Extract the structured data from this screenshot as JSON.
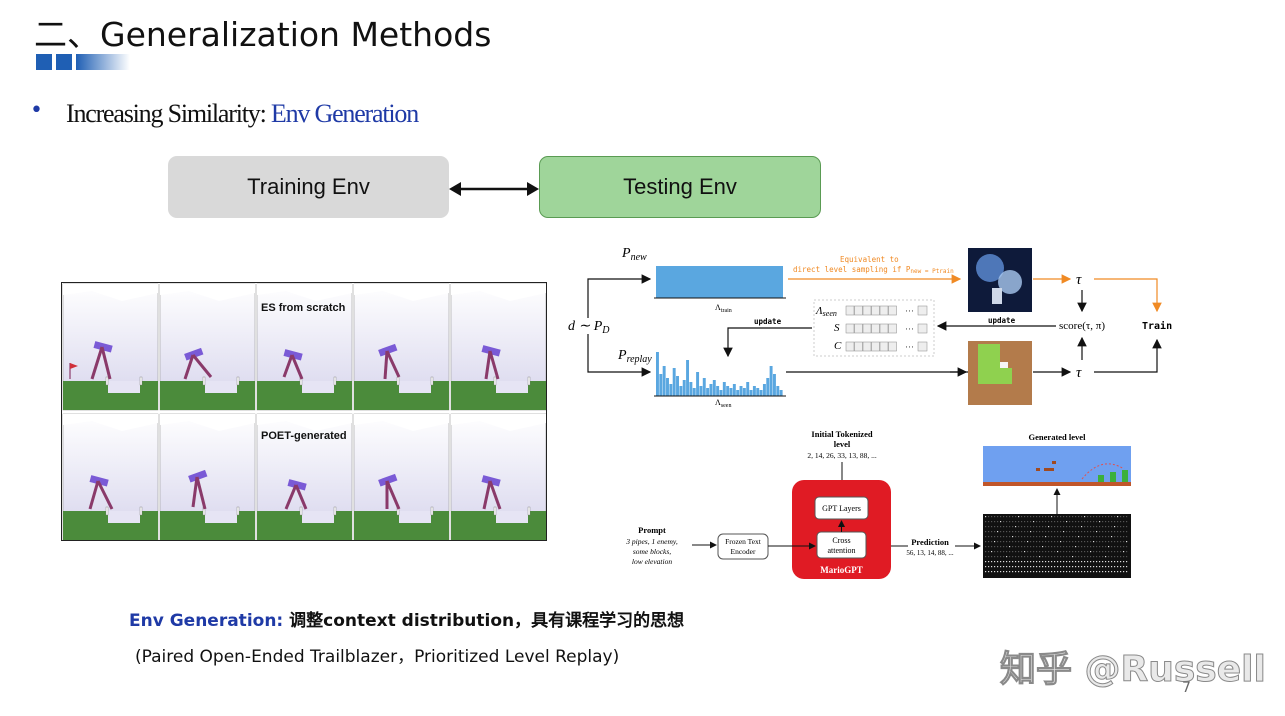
{
  "slide": {
    "title": "二、Generalization Methods",
    "bullet_prefix": "Increasing Similarity: ",
    "bullet_highlight": "Env Generation",
    "training_env": "Training Env",
    "testing_env": "Testing Env",
    "footer_highlight": "Env Generation:",
    "footer_text": " 调整context distribution，具有课程学习的思想",
    "footer_sub": "(Paired Open-Ended Trailblazer，Prioritized Level Replay)",
    "watermark": "知乎 @Russell",
    "page_number": "7"
  },
  "colors": {
    "accent_blue": "#1f3aa6",
    "training_box": "#d9d9d9",
    "testing_box": "#9fd59a",
    "chart_blue": "#5aa7e0",
    "orange": "#f08a24",
    "mario_red": "#e01b24"
  },
  "walker_panel": {
    "row1_label": "ES from scratch",
    "row2_label": "POET-generated"
  },
  "plr_diagram": {
    "p_new": "P",
    "p_new_sub": "new",
    "p_replay": "P",
    "p_replay_sub": "replay",
    "d_label": "d ∼ P",
    "d_sub": "D",
    "lambda_train": "Λ",
    "lambda_train_sub": "train",
    "lambda_seen_bottom": "Λ",
    "lambda_seen_bottom_sub": "seen",
    "lambda_seen": "Λ",
    "lambda_seen_sub": "seen",
    "s_label": "S",
    "c_label": "C",
    "update_left": "update",
    "update_right": "update",
    "equivalent_line1": "Equivalent to",
    "equivalent_line2": "direct level sampling if P",
    "equivalent_line2_rest": "new = Ptrain",
    "tau_top": "τ",
    "tau_bottom": "τ",
    "score": "score(τ, π)",
    "train": "Train",
    "ellipsis": "···"
  },
  "mariogpt_diagram": {
    "initial_tokenized": "Initial Tokenized",
    "level_word": "level",
    "initial_tokens": "2, 14, 26, 33, 13, 88, ...",
    "generated_level": "Generated level",
    "prompt_title": "Prompt",
    "prompt_lines": [
      "3 pipes, 1 enemy,",
      "some blocks,",
      "low elevation"
    ],
    "frozen_line1": "Frozen Text",
    "frozen_line2": "Encoder",
    "gpt_layers": "GPT Layers",
    "cross_line1": "Cross",
    "cross_line2": "attention",
    "mariogpt": "MarioGPT",
    "prediction": "Prediction",
    "prediction_tokens": "56, 13, 14, 88, ..."
  }
}
